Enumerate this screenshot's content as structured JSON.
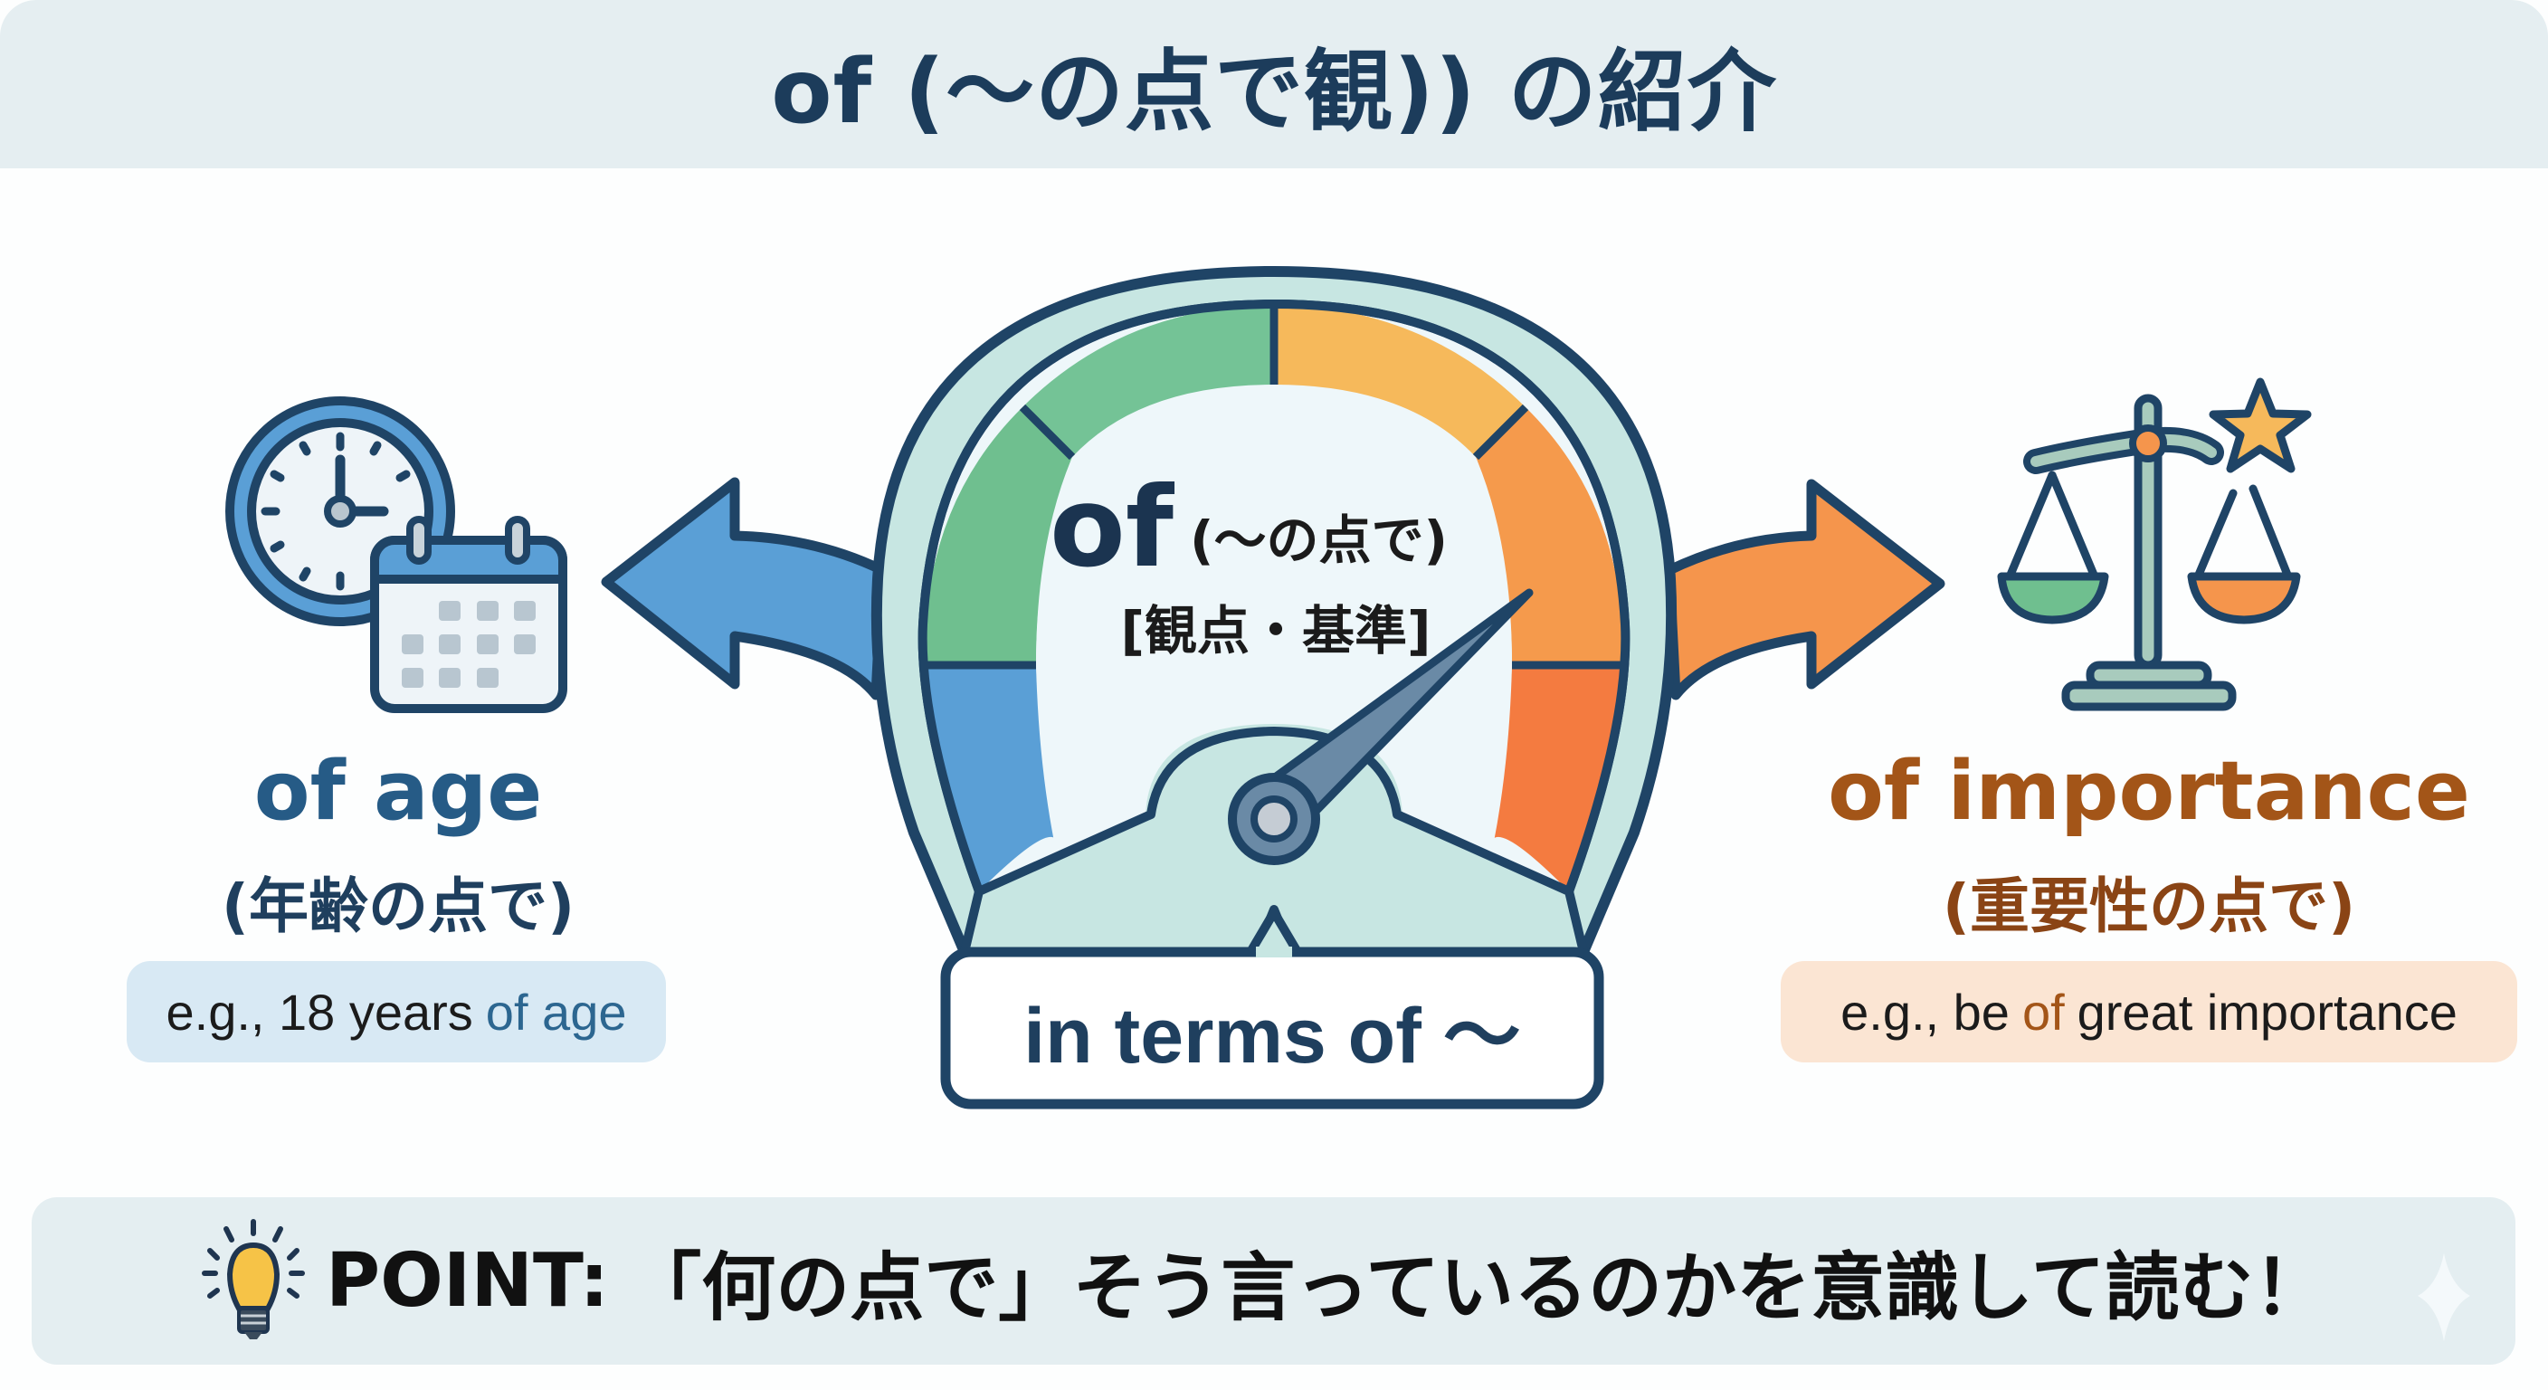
{
  "header": {
    "title": "of (〜の点で観)) の紹介"
  },
  "left": {
    "icon": "clock-calendar-icon",
    "term": "of age",
    "meaning": "(年齢の点で)",
    "example_prefix": "e.g., 18 years",
    "example_highlight": "of age",
    "color": "#265b86",
    "pill_color": "#d8e9f4"
  },
  "center": {
    "gauge_icon": "gauge-meter-icon",
    "main_word": "of",
    "main_meaning": "(〜の点で)",
    "concept": "[観点・基準]",
    "paraphrase": "in terms of 〜",
    "segments": [
      {
        "name": "blue",
        "color": "#5a9fd6"
      },
      {
        "name": "green-1",
        "color": "#6fbf8f"
      },
      {
        "name": "green-2",
        "color": "#74c396"
      },
      {
        "name": "yellow",
        "color": "#f6b95b"
      },
      {
        "name": "orange",
        "color": "#f59a4c"
      },
      {
        "name": "red-orange",
        "color": "#f47b40"
      }
    ]
  },
  "right": {
    "icon": "balance-scale-star-icon",
    "term": "of importance",
    "meaning": "(重要性の点で)",
    "example_prefix": "e.g., be",
    "example_highlight": "of",
    "example_suffix": "great importance",
    "color": "#a35518",
    "pill_color": "#fbe5d3"
  },
  "arrows": {
    "left": {
      "icon": "arrow-left-icon",
      "color": "#5a9fd6"
    },
    "right": {
      "icon": "arrow-right-icon",
      "color": "#f5954c"
    }
  },
  "point": {
    "icon": "lightbulb-icon",
    "label": "POINT:",
    "text": "「何の点で」そう言っているのかを意識して読む！",
    "decoration": "sparkle-icon"
  },
  "colors": {
    "outline": "#1f4466",
    "gauge_fill": "#c7e6e2",
    "dial_face": "#eef7fa",
    "header_bg": "#e5eef1"
  }
}
